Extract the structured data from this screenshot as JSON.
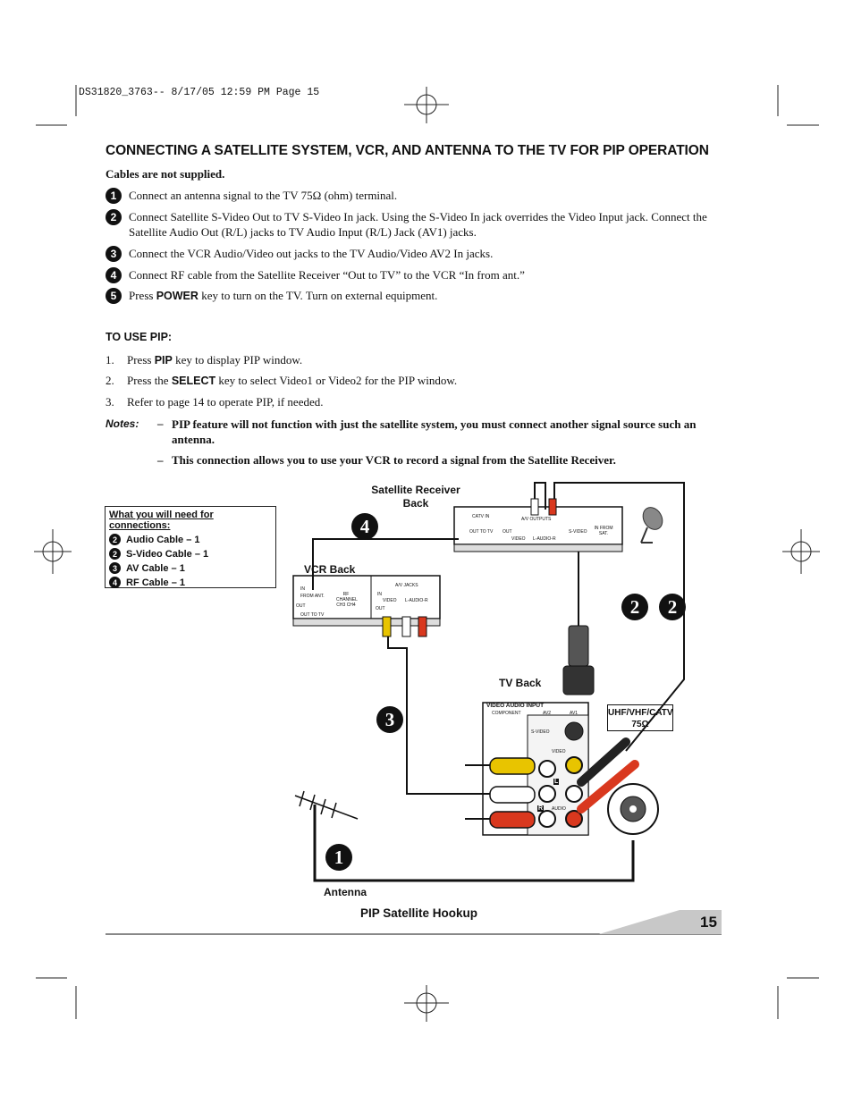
{
  "print_slug": "DS31820_3763--  8/17/05  12:59 PM  Page 15",
  "title": "CONNECTING A SATELLITE SYSTEM, VCR, AND ANTENNA TO THE TV FOR PIP OPERATION",
  "cables_note": "Cables are not supplied.",
  "steps": [
    {
      "num": "1",
      "text": "Connect an antenna signal to the TV 75Ω (ohm) terminal."
    },
    {
      "num": "2",
      "text": "Connect Satellite S-Video Out to TV S-Video In jack. Using the S-Video In jack overrides the Video Input jack. Connect the Satellite Audio Out (R/L) jacks to TV Audio Input (R/L) Jack (AV1) jacks."
    },
    {
      "num": "3",
      "text": "Connect the VCR Audio/Video out jacks to the TV Audio/Video AV2 In jacks."
    },
    {
      "num": "4",
      "text": "Connect RF cable from the Satellite Receiver “Out to TV” to the VCR “In from ant.”"
    },
    {
      "num": "5",
      "pre": "Press ",
      "key": "POWER",
      "post": " key to turn on the TV. Turn on external equipment."
    }
  ],
  "use_pip": {
    "heading": "TO USE PIP:",
    "items": [
      {
        "n": "1.",
        "pre": "Press ",
        "key": "PIP",
        "post": " key to display PIP window."
      },
      {
        "n": "2.",
        "pre": "Press the ",
        "key": "SELECT",
        "post": " key to select Video1 or Video2 for the PIP window."
      },
      {
        "n": "3.",
        "pre": "Refer to page 14 to operate PIP, if needed.",
        "key": "",
        "post": ""
      }
    ]
  },
  "notes": {
    "label": "Notes:",
    "items": [
      "PIP feature will not function with just the satellite system, you must connect another signal source such an antenna.",
      "This connection allows you to use your VCR to record a signal from the Satellite Receiver."
    ]
  },
  "need_box": {
    "heading": "What you will need for connections:",
    "items": [
      {
        "num": "2",
        "label": "Audio Cable – 1"
      },
      {
        "num": "2",
        "label": "S-Video Cable – 1"
      },
      {
        "num": "3",
        "label": "AV Cable – 1"
      },
      {
        "num": "4",
        "label": "RF Cable – 1"
      }
    ]
  },
  "diagram": {
    "sat_label": "Satellite Receiver\nBack",
    "vcr_label": "VCR Back",
    "tv_label": "TV Back",
    "antenna_label": "Antenna",
    "uhf_label": "UHF/VHF/CATV",
    "uhf_ohm": "75Ω",
    "sat": {
      "catv_in": "CATV IN",
      "av_outputs": "A/V OUTPUTS",
      "out_to_tv": "OUT TO TV",
      "out": "OUT",
      "video": "VIDEO",
      "audio": "L-AUDIO-R",
      "s_video": "S-VIDEO",
      "in_from_sat": "IN FROM SAT."
    },
    "vcr": {
      "av_jacks": "A/V JACKS",
      "in": "IN",
      "from_ant": "FROM ANT.",
      "out": "OUT",
      "out_to_tv": "OUT TO TV",
      "rf_channel": "RF CHANNEL CH3 CH4",
      "video": "VIDEO",
      "audio": "L-AUDIO-R"
    },
    "tv": {
      "video_audio_input": "VIDEO AUDIO INPUT",
      "component": "COMPONENT",
      "av2": "AV2",
      "av1": "AV1",
      "s_video": "S-VIDEO",
      "video": "VIDEO",
      "audio": "AUDIO",
      "l": "L",
      "r": "R"
    },
    "badges": [
      "4",
      "2",
      "2",
      "3",
      "1"
    ]
  },
  "footer": {
    "label": "PIP Satellite Hookup",
    "page": "15"
  }
}
